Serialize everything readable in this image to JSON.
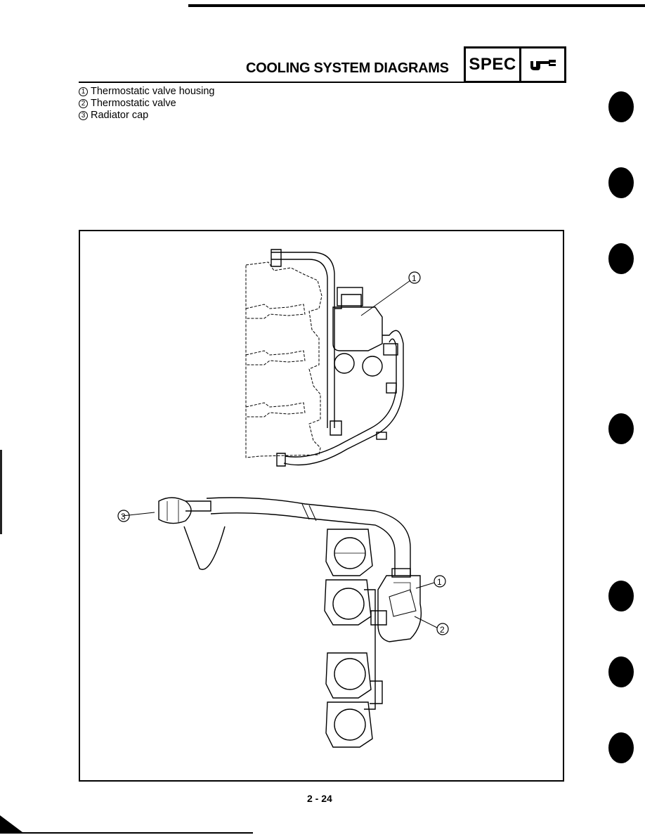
{
  "header": {
    "title": "COOLING SYSTEM DIAGRAMS",
    "badge_text": "SPEC",
    "badge_icon": "wrench-icon"
  },
  "legend": {
    "items": [
      {
        "number": "1",
        "label": "Thermostatic valve housing"
      },
      {
        "number": "2",
        "label": "Thermostatic valve"
      },
      {
        "number": "3",
        "label": "Radiator cap"
      }
    ]
  },
  "diagram": {
    "callouts": [
      "1",
      "1",
      "2",
      "3"
    ]
  },
  "footer": {
    "page_number": "2 - 24"
  }
}
